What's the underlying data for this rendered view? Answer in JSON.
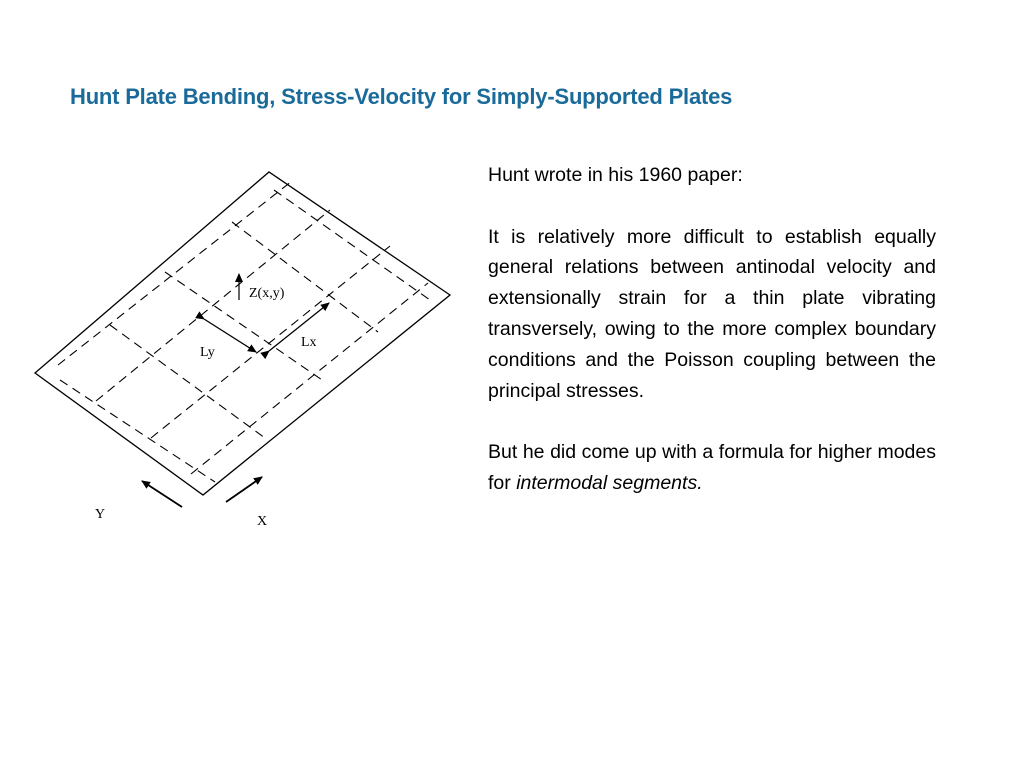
{
  "slide": {
    "title": "Hunt Plate Bending, Stress-Velocity for Simply-Supported Plates"
  },
  "diagram": {
    "labels": {
      "z": "Z(x,y)",
      "lx": "Lx",
      "ly": "Ly",
      "y_axis": "Y",
      "x_axis": "X"
    }
  },
  "text": {
    "intro": "Hunt wrote in his 1960 paper:",
    "quote": "It is relatively more difficult to establish equally general relations between antinodal velocity and extensionally strain for a thin plate vibrating transversely, owing to the more complex boundary conditions and the Poisson coupling between the principal stresses.",
    "closing_prefix": "But he did come up with a formula for higher modes for ",
    "closing_emphasis": "intermodal segments."
  }
}
